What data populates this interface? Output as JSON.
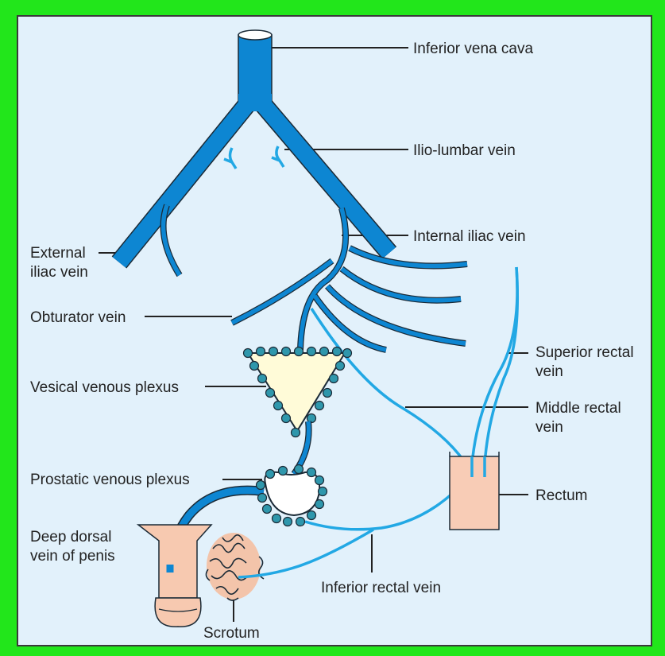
{
  "colors": {
    "frame_green": "#22e61b",
    "panel_background": "#e2f1fb",
    "main_vein": "#0d86d2",
    "small_vein": "#22a8e4",
    "vein_outline": "#1b2a36",
    "vesical_plexus_fill": "#fffbd8",
    "plexus_beads": "#2f97ac",
    "rectum_fill": "#f8ccb6",
    "penis_fill": "#f7c9b0"
  },
  "labels": {
    "inferior_vena_cava": "Inferior vena cava",
    "ilio_lumbar_vein": "Ilio-lumbar vein",
    "internal_iliac_vein": "Internal iliac vein",
    "external_iliac_vein_line1": "External",
    "external_iliac_vein_line2": "iliac vein",
    "obturator_vein": "Obturator vein",
    "superior_rectal_vein_line1": "Superior rectal",
    "superior_rectal_vein_line2": "vein",
    "vesical_venous_plexus": "Vesical venous plexus",
    "middle_rectal_vein_line1": "Middle rectal",
    "middle_rectal_vein_line2": "vein",
    "prostatic_venous_plexus": "Prostatic venous plexus",
    "rectum": "Rectum",
    "deep_dorsal_vein_line1": "Deep dorsal",
    "deep_dorsal_vein_line2": "vein of penis",
    "inferior_rectal_vein": "Inferior rectal vein",
    "scrotum": "Scrotum"
  }
}
